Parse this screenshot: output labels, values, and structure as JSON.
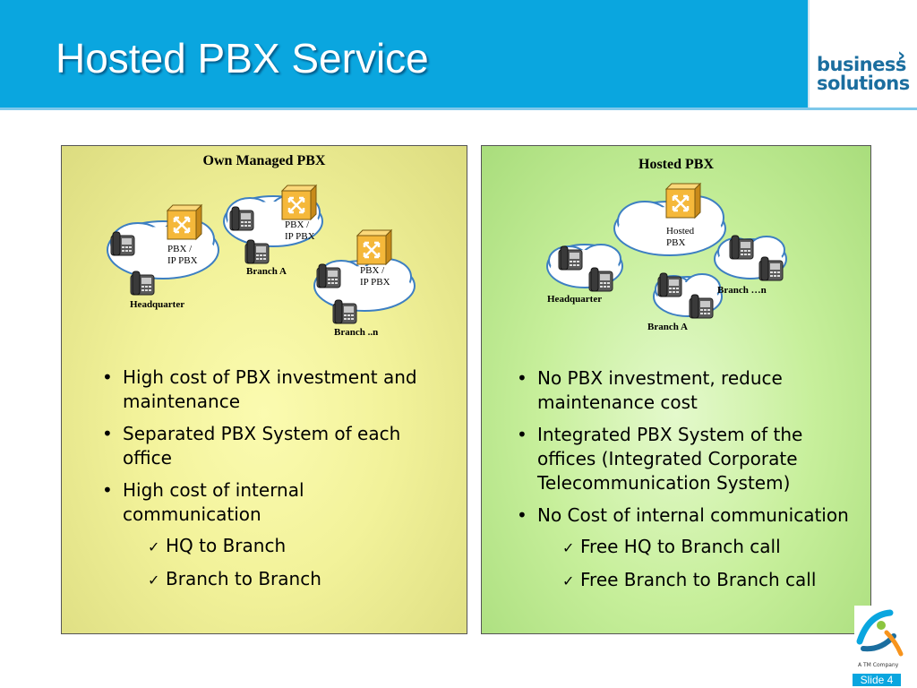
{
  "slide": {
    "title": "Hosted PBX Service",
    "logo_text_line1": "business",
    "logo_text_line2": "solutions",
    "number_label": "Slide 4",
    "tm_text": "A TM Company"
  },
  "left_panel": {
    "title": "Own Managed PBX",
    "labels": {
      "pbx_hq_1": "PBX /",
      "pbx_hq_2": "IP PBX",
      "pbx_a_1": "PBX /",
      "pbx_a_2": "IP PBX",
      "pbx_n_1": "PBX /",
      "pbx_n_2": "IP PBX",
      "headquarter": "Headquarter",
      "branch_a": "Branch A",
      "branch_n": "Branch  ..n"
    },
    "bullets": [
      {
        "line1": "High cost of PBX investment and",
        "line2": "maintenance"
      },
      {
        "line1": "Separated PBX System of each",
        "line2": "office"
      },
      {
        "line1": "High cost of internal",
        "line2": "communication"
      }
    ],
    "checks": [
      "HQ to Branch",
      "Branch to Branch"
    ]
  },
  "right_panel": {
    "title": "Hosted PBX",
    "labels": {
      "hosted_1": "Hosted",
      "hosted_2": "PBX",
      "headquarter": "Headquarter",
      "branch_a": "Branch A",
      "branch_n": "Branch …n"
    },
    "bullets": [
      {
        "line1": "No PBX investment, reduce",
        "line2": "maintenance cost"
      },
      {
        "line1": "Integrated PBX System of the",
        "line2": "offices (Integrated Corporate",
        "line3": "Telecommunication System)"
      },
      {
        "line1": "No Cost of internal communication"
      }
    ],
    "checks": [
      "Free HQ to Branch call",
      "Free Branch to Branch call"
    ]
  },
  "colors": {
    "header_blue": "#0aa6df",
    "left_panel": "#f2f29a",
    "right_panel": "#c7ef9b",
    "pbx_box": "#f5b83a"
  },
  "icons": [
    "pbx-switch-icon",
    "desk-phone-icon",
    "cloud-icon",
    "check-icon",
    "tm-logo-icon"
  ]
}
